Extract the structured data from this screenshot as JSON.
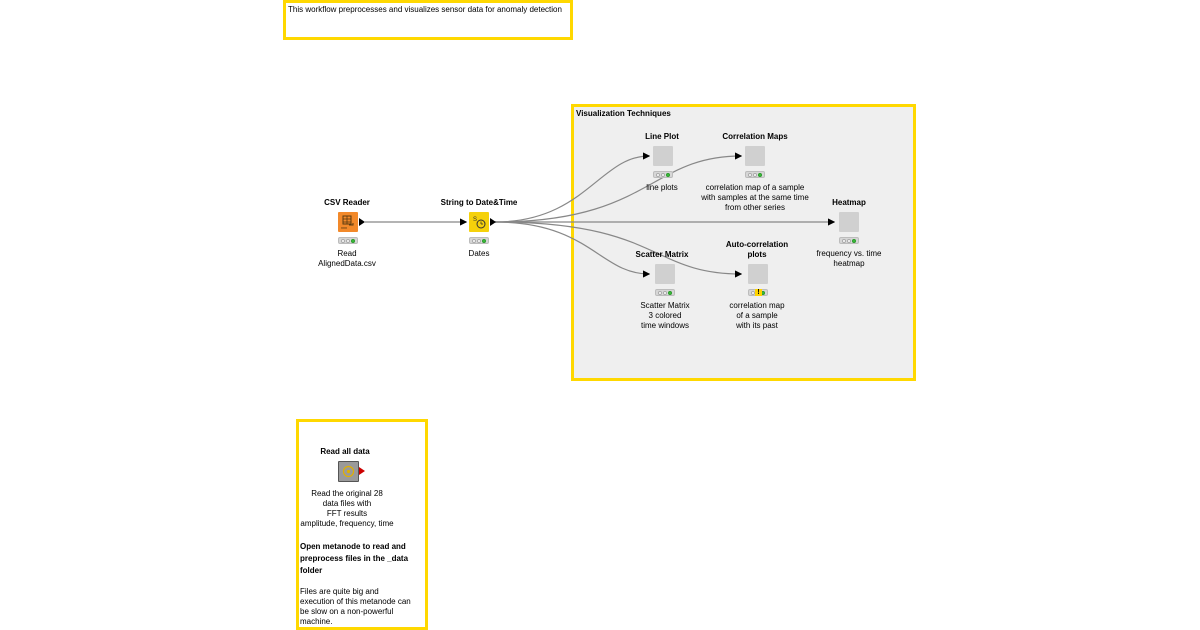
{
  "annotations": {
    "top": {
      "text": "This workflow preprocesses and visualizes sensor data for anomaly detection"
    },
    "visualization": {
      "title": "Visualization Techniques"
    },
    "metanode": {
      "bold_text": "Open metanode to read and preprocess files in the _data folder",
      "note": "Files are quite big and execution of this metanode can be slow on a non-powerful machine."
    }
  },
  "nodes": {
    "csv_reader": {
      "title": "CSV Reader",
      "label": "Read\nAlignedData.csv",
      "icon": "table-reader-icon",
      "color": "#f2892a"
    },
    "string_to_datetime": {
      "title": "String to Date&Time",
      "label": "Dates",
      "icon": "date-time-icon",
      "color": "#f5d10b"
    },
    "line_plot": {
      "title": "Line Plot",
      "label": "line plots",
      "icon": "view-icon",
      "color": "#d0d0d0"
    },
    "correlation_maps": {
      "title": "Correlation Maps",
      "label": "correlation map of a sample\nwith samples at the same time\nfrom other series",
      "icon": "view-icon",
      "color": "#d0d0d0"
    },
    "heatmap": {
      "title": "Heatmap",
      "label": "frequency vs. time\nheatmap",
      "icon": "view-icon",
      "color": "#d0d0d0"
    },
    "scatter_matrix": {
      "title": "Scatter Matrix",
      "label": "Scatter Matrix\n3 colored\ntime windows",
      "icon": "view-icon",
      "color": "#d0d0d0"
    },
    "autocorrelation": {
      "title": "Auto-correlation\nplots",
      "label": "correlation map\nof a sample\nwith its past",
      "icon": "view-icon",
      "color": "#d0d0d0"
    },
    "read_all_data": {
      "title": "Read all data",
      "label": "Read the original 28\ndata files with\nFFT results\namplitude, frequency, time",
      "icon": "metanode-icon",
      "color": "#9a9a9a"
    }
  },
  "colors": {
    "annotation_border": "#ffd800",
    "group_fill": "#efefef",
    "edge": "#888888"
  }
}
